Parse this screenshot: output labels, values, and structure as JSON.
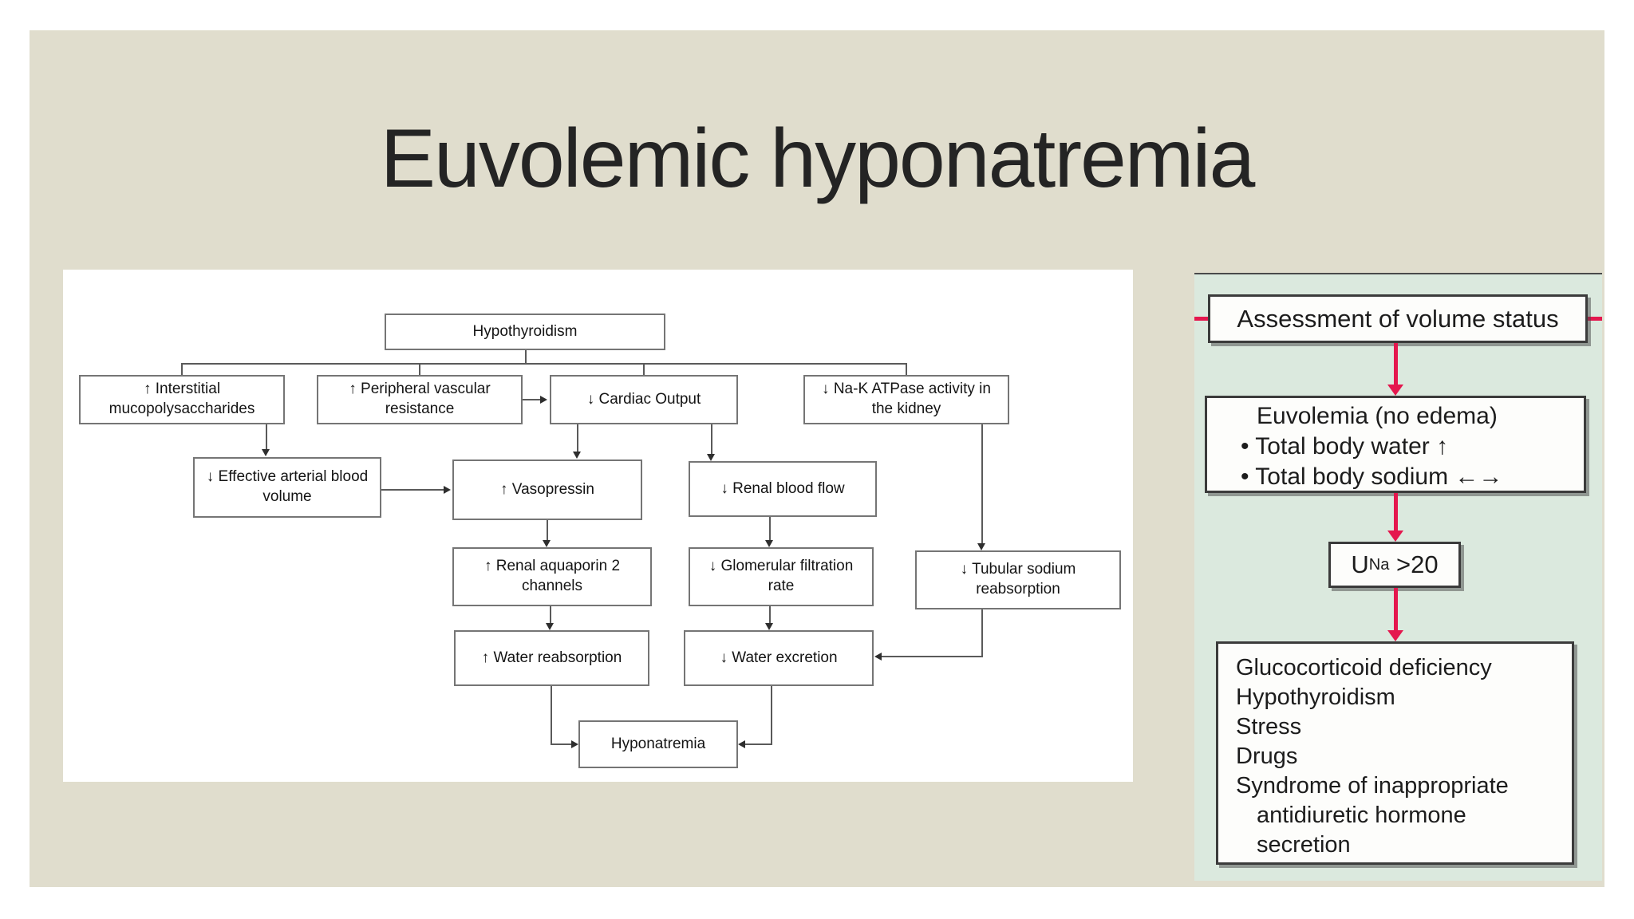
{
  "slide": {
    "title": "Euvolemic hyponatremia"
  },
  "flowchart": {
    "nodes": {
      "hypothyroidism": {
        "label": "Hypothyroidism"
      },
      "interstitial": {
        "label": "↑ Interstitial mucopolysaccharides"
      },
      "peripheral": {
        "label": "↑ Peripheral vascular resistance"
      },
      "cardiac": {
        "label": "↓ Cardiac Output"
      },
      "nak": {
        "label": "↓ Na-K ATPase activity in the kidney"
      },
      "effective": {
        "label": "↓ Effective arterial blood volume"
      },
      "vasopressin": {
        "label": "↑ Vasopressin"
      },
      "renalblood": {
        "label": "↓ Renal blood flow"
      },
      "aquaporin": {
        "label": "↑ Renal aquaporin 2 channels"
      },
      "glomerular": {
        "label": "↓ Glomerular filtration rate"
      },
      "tubular": {
        "label": "↓ Tubular sodium reabsorption"
      },
      "waterreab": {
        "label": "↑ Water reabsorption"
      },
      "waterexc": {
        "label": "↓ Water excretion"
      },
      "hyponatremia": {
        "label": "Hyponatremia"
      }
    }
  },
  "green": {
    "assessment": "Assessment of volume status",
    "euvolemia_title": "Euvolemia (no edema)",
    "euvolemia_b1": "• Total body water ↑",
    "euvolemia_b2": "• Total body sodium ←→",
    "una": {
      "u": "U",
      "sub": "Na",
      "rest": " >20"
    },
    "causes": [
      "Glucocorticoid deficiency",
      "Hypothyroidism",
      "Stress",
      "Drugs",
      "Syndrome of inappropriate",
      "antidiuretic hormone",
      "secretion"
    ]
  },
  "colors": {
    "slide_bg": "#e0ddcd",
    "panel_bg": "#ffffff",
    "green_bg": "#dbe9de",
    "accent_red": "#e4174e"
  }
}
